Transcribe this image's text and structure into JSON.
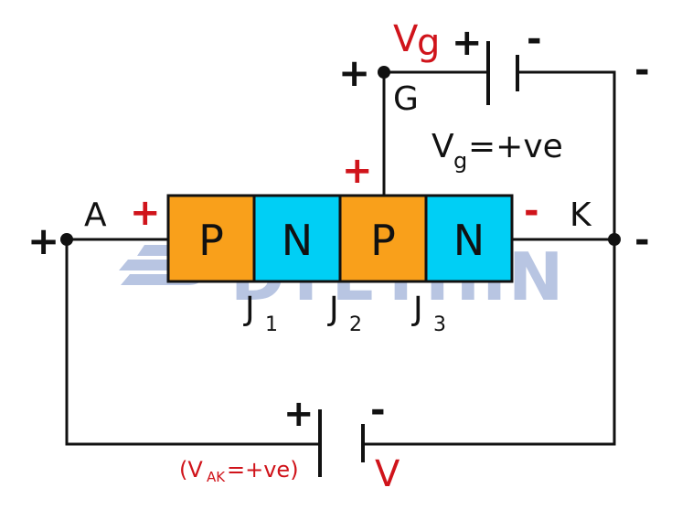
{
  "colors": {
    "p_region": "#f9a01b",
    "n_region": "#00cff5",
    "red": "#d0141b",
    "black": "#111111",
    "watermark": "#7f97cc"
  },
  "regions": [
    {
      "label": "P",
      "type": "p"
    },
    {
      "label": "N",
      "type": "n"
    },
    {
      "label": "P",
      "type": "p"
    },
    {
      "label": "N",
      "type": "n"
    }
  ],
  "terminals": {
    "anode": "A",
    "cathode": "K",
    "gate": "G"
  },
  "junctions": [
    {
      "main": "J",
      "sub": "1"
    },
    {
      "main": "J",
      "sub": "2"
    },
    {
      "main": "J",
      "sub": "3"
    }
  ],
  "gate_source": {
    "label_main": "V",
    "label_sub": "g",
    "plus": "+",
    "minus": "-",
    "condition_main": "V",
    "condition_sub": "g",
    "condition_rest": "=+ve"
  },
  "main_source": {
    "label": "V",
    "plus": "+",
    "minus": "-",
    "condition_open": "(V",
    "condition_sub": "AK",
    "condition_rest": "=+ve)"
  },
  "signs": {
    "anode_outer_plus": "+",
    "anode_red_plus": "+",
    "gate_outer_plus": "+",
    "gate_red_plus": "+",
    "cathode_red_minus": "-",
    "cathode_outer_minus": "-",
    "gate_loop_minus": "-"
  },
  "watermark": "DYETHIN"
}
